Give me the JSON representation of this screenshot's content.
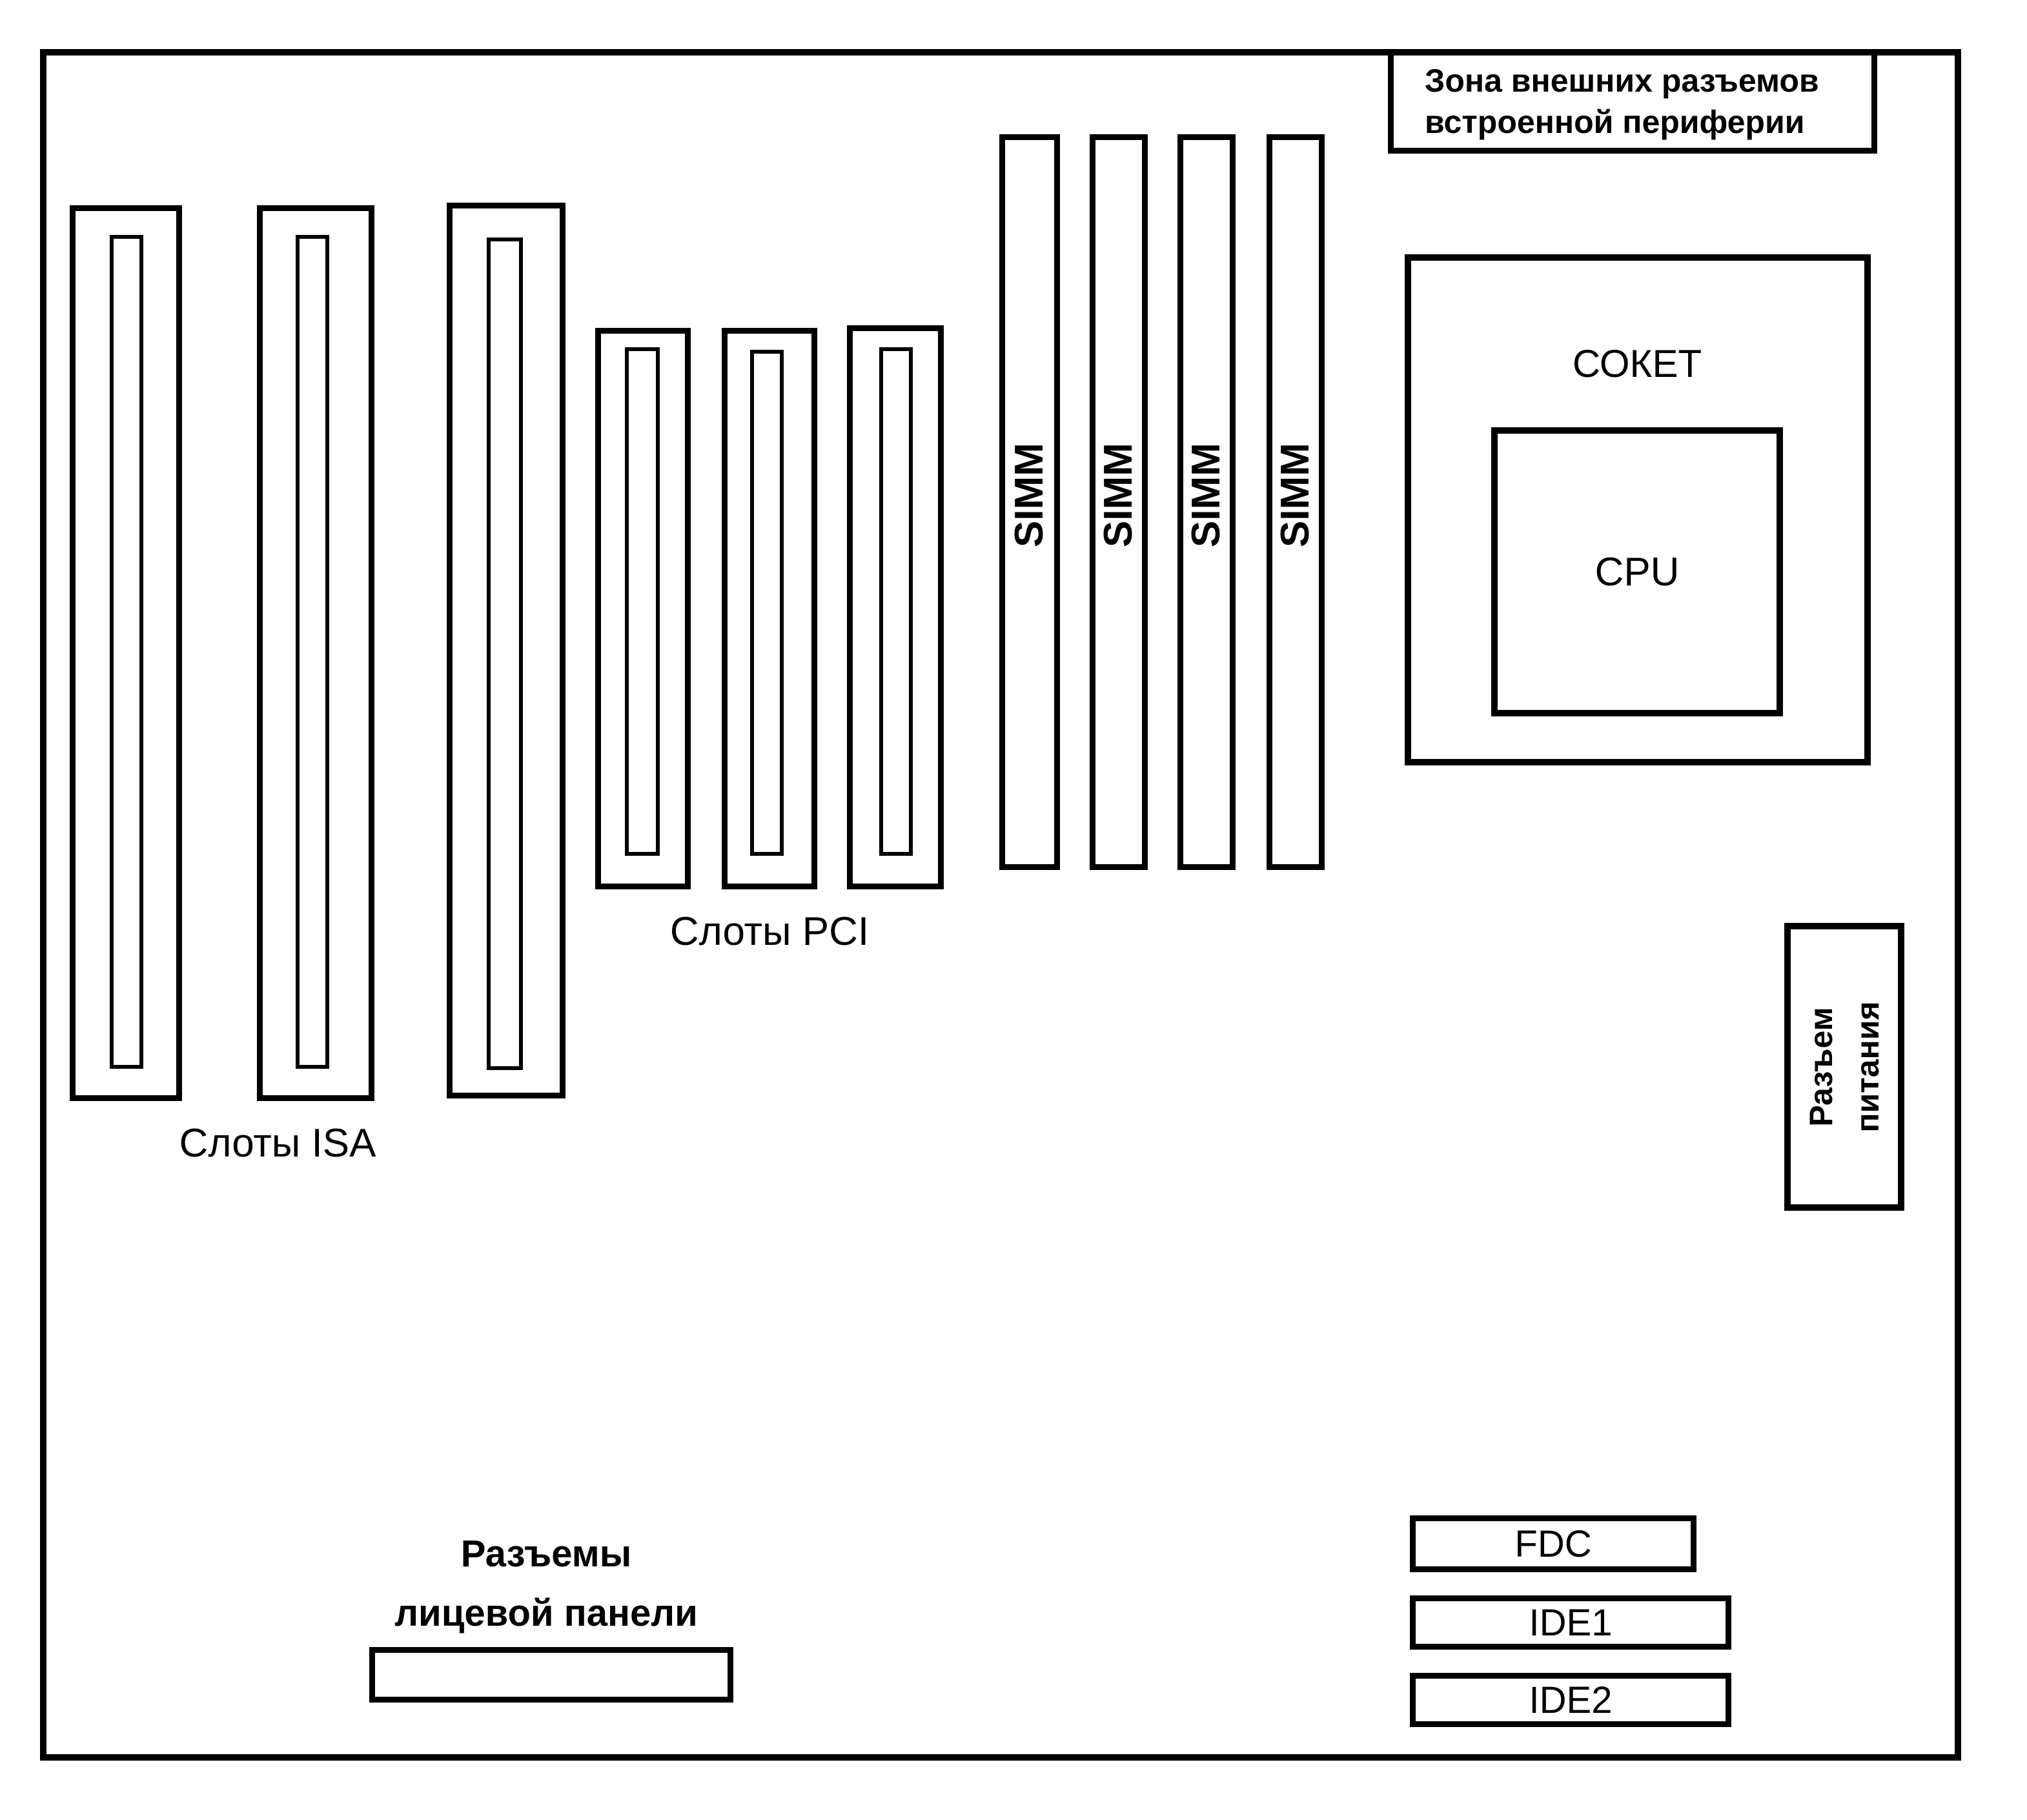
{
  "external_zone": {
    "line1": "Зона внешних разъемов",
    "line2": "встроенной периферии"
  },
  "isa": {
    "label": "Слоты ISA"
  },
  "pci": {
    "label": "Слоты PCI"
  },
  "simm": {
    "labels": [
      "SIMM",
      "SIMM",
      "SIMM",
      "SIMM"
    ]
  },
  "socket": {
    "label": "СОКЕТ",
    "cpu_label": "CPU"
  },
  "power_connector": {
    "line1": "Разъем",
    "line2": "питания"
  },
  "front_panel": {
    "line1": "Разъемы",
    "line2": "лицевой панели"
  },
  "drive_connectors": {
    "fdc": "FDC",
    "ide1": "IDE1",
    "ide2": "IDE2"
  },
  "colors": {
    "line": "#000000",
    "background": "#ffffff"
  }
}
